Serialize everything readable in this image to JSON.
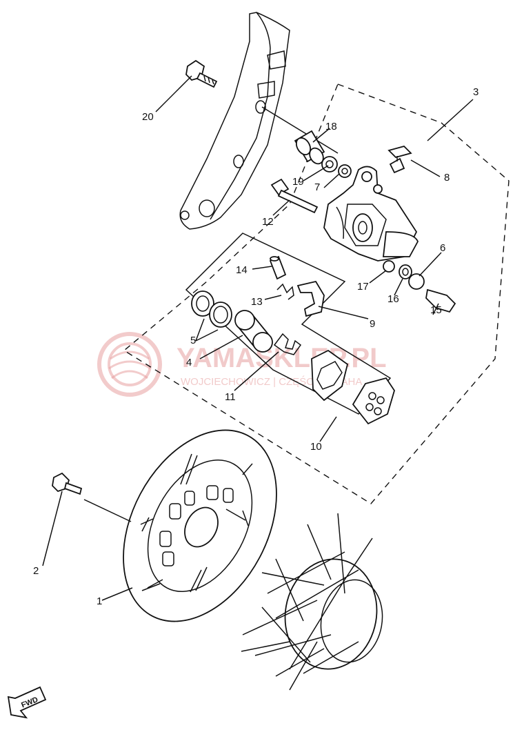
{
  "callouts": {
    "c1": "1",
    "c2": "2",
    "c3": "3",
    "c4": "4",
    "c5": "5",
    "c6": "6",
    "c7": "7",
    "c8": "8",
    "c9": "9",
    "c10": "10",
    "c11": "11",
    "c12": "12",
    "c13": "13",
    "c14": "14",
    "c15": "15",
    "c16": "16",
    "c17": "17",
    "c18": "18",
    "c19": "19",
    "c20": "20"
  },
  "watermark": {
    "brand": "YAMASKLEP.PL",
    "tagline": "WOJCIECHOWICZ | CZĘŚCI YAMAHA"
  },
  "direction_badge": "FWD",
  "colors": {
    "line": "#111111",
    "watermark": "#e7a0a0",
    "background": "#ffffff"
  }
}
